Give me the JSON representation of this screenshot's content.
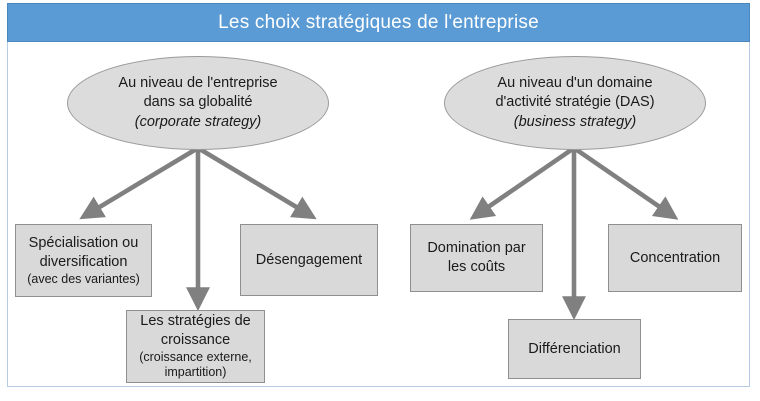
{
  "title": {
    "text": "Les choix stratégiques de l'entreprise",
    "banner_color": "#5b9bd5",
    "text_color": "#ffffff"
  },
  "theme": {
    "node_fill": "#dcdcdc",
    "node_stroke": "#9a9a9a",
    "box_fill": "#d9d9d9",
    "box_stroke": "#8f8f8f",
    "arrow_color": "#808080",
    "canvas_border": "#b8cce4",
    "background": "#ffffff"
  },
  "nodes": {
    "corporate": {
      "line1": "Au niveau de l'entreprise",
      "line2": "dans sa globalité",
      "line3": "(corporate strategy)"
    },
    "business": {
      "line1": "Au niveau d'un domaine",
      "line2": "d'activité stratégie (DAS)",
      "line3": "(business strategy)"
    }
  },
  "boxes": {
    "specialisation": {
      "line1": "Spécialisation ou",
      "line2": "diversification",
      "sub": "(avec des variantes)"
    },
    "croissance": {
      "line1": "Les stratégies de",
      "line2": "croissance",
      "sub1": "(croissance externe,",
      "sub2": "impartition)"
    },
    "desengagement": {
      "line1": "Désengagement"
    },
    "domination": {
      "line1": "Domination par",
      "line2": "les coûts"
    },
    "differenciation": {
      "line1": "Différenciation"
    },
    "concentration": {
      "line1": "Concentration"
    }
  },
  "arrows": [
    {
      "name": "corporate-to-specialisation",
      "from": "corporate",
      "to": "specialisation"
    },
    {
      "name": "corporate-to-croissance",
      "from": "corporate",
      "to": "croissance"
    },
    {
      "name": "corporate-to-desengagement",
      "from": "corporate",
      "to": "desengagement"
    },
    {
      "name": "business-to-domination",
      "from": "business",
      "to": "domination"
    },
    {
      "name": "business-to-differenciation",
      "from": "business",
      "to": "differenciation"
    },
    {
      "name": "business-to-concentration",
      "from": "business",
      "to": "concentration"
    }
  ]
}
